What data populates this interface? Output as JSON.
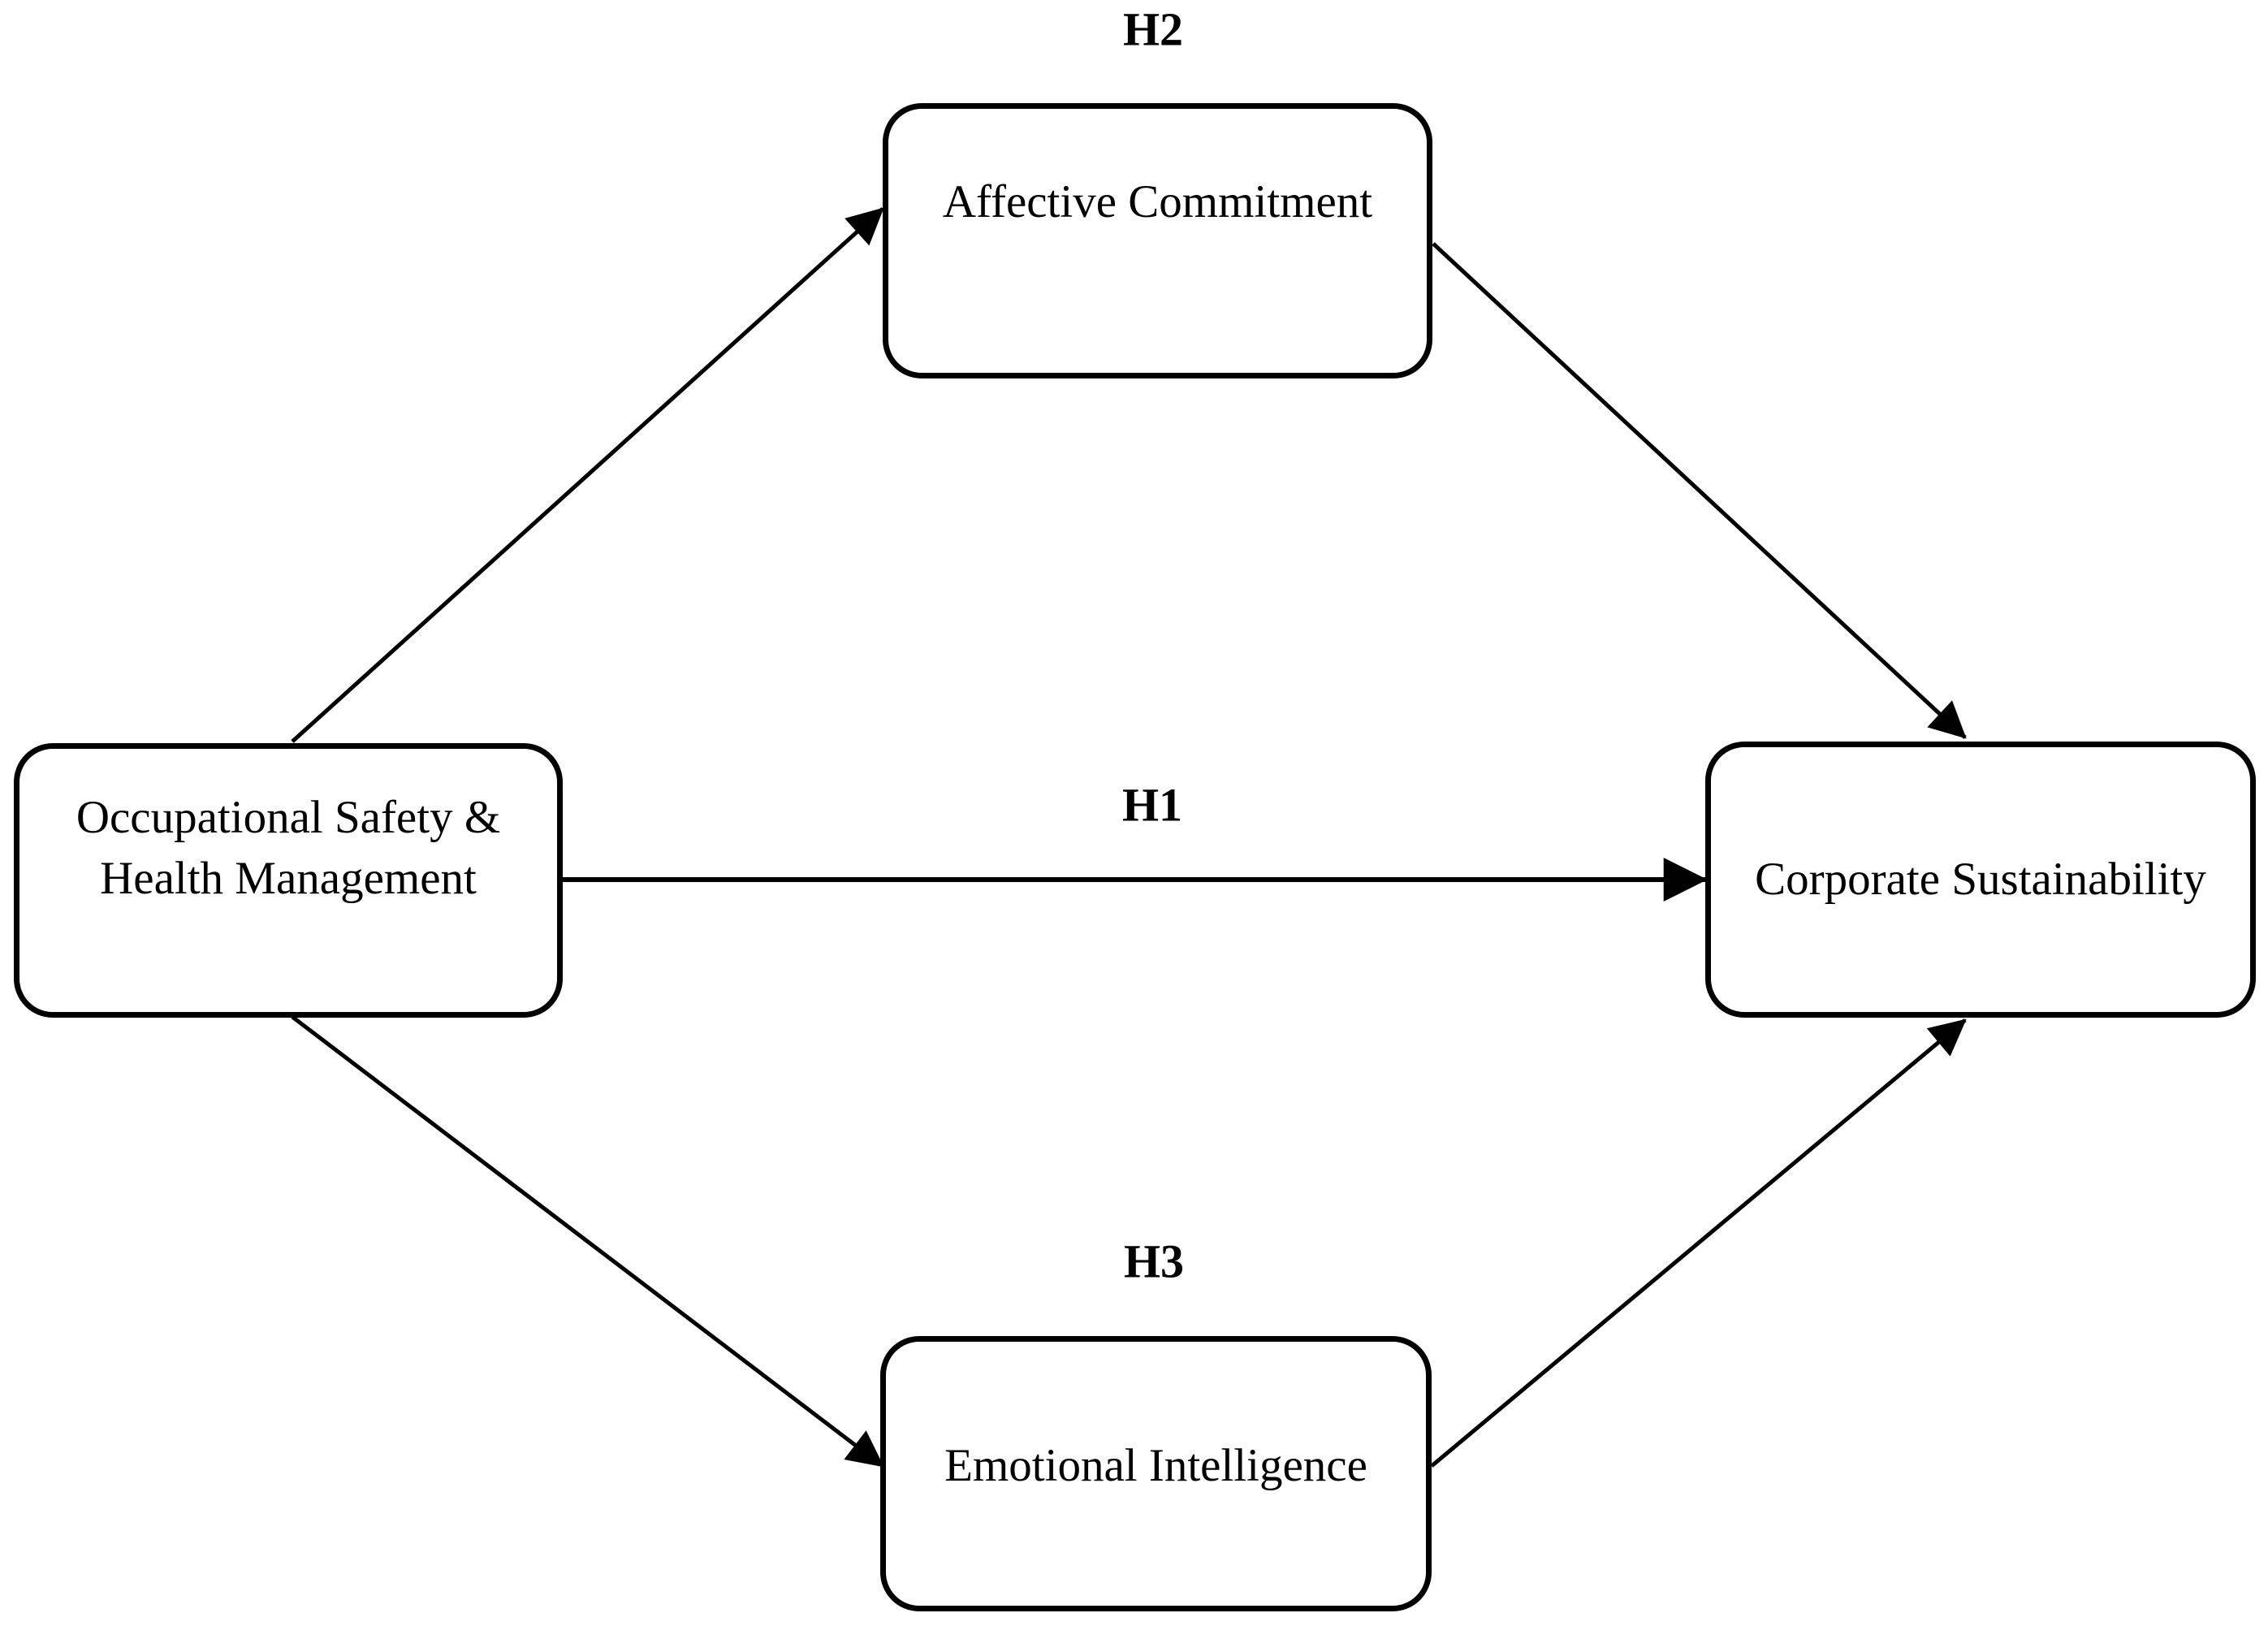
{
  "page": {
    "background_color": "#ffffff"
  },
  "diagram": {
    "type": "conceptual-research-model",
    "colors": {
      "box_border": "#000000",
      "box_fill": "#ffffff",
      "arrow": "#000000",
      "text": "#000000"
    },
    "nodes": [
      {
        "id": "occupational-safety-health-management",
        "label": "Occupational Safety & Health Management",
        "lines": [
          "Occupational Safety &",
          "Health Management"
        ]
      },
      {
        "id": "affective-commitment",
        "label": "Affective Commitment"
      },
      {
        "id": "emotional-intelligence",
        "label": "Emotional Intelligence"
      },
      {
        "id": "corporate-sustainability",
        "label": "Corporate Sustainability"
      }
    ],
    "hypotheses": [
      {
        "label": "H1",
        "position": "above-direct-path-osh-to-cs"
      },
      {
        "label": "H2",
        "position": "above-affective-commitment-box"
      },
      {
        "label": "H3",
        "position": "above-emotional-intelligence-box"
      }
    ],
    "edges": [
      {
        "from": "occupational-safety-health-management",
        "to": "affective-commitment"
      },
      {
        "from": "affective-commitment",
        "to": "corporate-sustainability"
      },
      {
        "from": "occupational-safety-health-management",
        "to": "corporate-sustainability",
        "hypothesis": "H1"
      },
      {
        "from": "occupational-safety-health-management",
        "to": "emotional-intelligence"
      },
      {
        "from": "emotional-intelligence",
        "to": "corporate-sustainability"
      }
    ]
  }
}
